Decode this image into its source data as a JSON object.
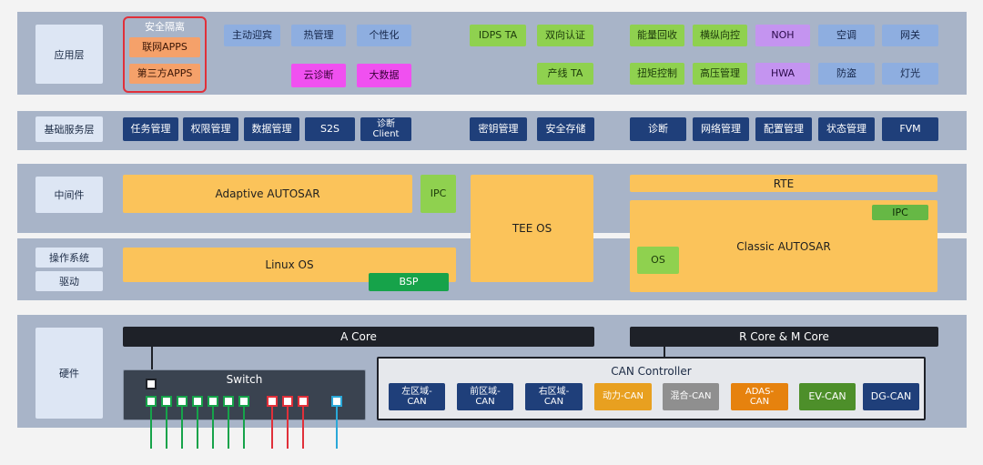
{
  "layers": {
    "app": "应用层",
    "base": "基础服务层",
    "middleware": "中间件",
    "os": "操作系统",
    "driver": "驱动",
    "hardware": "硬件"
  },
  "app_layer": {
    "security_isolation": "安全隔离",
    "connected_apps": "联网APPS",
    "third_party_apps": "第三方APPS",
    "active_welcome": "主动迎宾",
    "thermal_mgmt": "热管理",
    "personalization": "个性化",
    "cloud_diag": "云诊断",
    "big_data": "大数据",
    "idps_ta": "IDPS TA",
    "mutual_auth": "双向认证",
    "production_ta": "产线 TA",
    "energy_recovery": "能量回收",
    "lateral_longitudinal": "横纵向控",
    "noh": "NOH",
    "ac": "空调",
    "gateway": "网关",
    "torque_control": "扭矩控制",
    "hv_mgmt": "高压管理",
    "hwa": "HWA",
    "anti_theft": "防盗",
    "lighting": "灯光"
  },
  "base_layer": {
    "task_mgmt": "任务管理",
    "permission_mgmt": "权限管理",
    "data_mgmt": "数据管理",
    "s2s": "S2S",
    "diag_client": "诊断\nClient",
    "key_mgmt": "密钥管理",
    "secure_storage": "安全存储",
    "diagnostics": "诊断",
    "network_mgmt": "网络管理",
    "config_mgmt": "配置管理",
    "state_mgmt": "状态管理",
    "fvm": "FVM"
  },
  "middleware_layer": {
    "adaptive_autosar": "Adaptive AUTOSAR",
    "ipc_left": "IPC",
    "tee_os": "TEE OS",
    "rte": "RTE",
    "ipc_right": "IPC",
    "classic_autosar": "Classic AUTOSAR",
    "os_small": "OS",
    "linux_os": "Linux OS",
    "bsp": "BSP"
  },
  "hardware_layer": {
    "a_core": "A Core",
    "r_m_core": "R Core & M Core",
    "switch": "Switch",
    "can_controller": "CAN Controller",
    "can_buses": [
      "左区域-\nCAN",
      "前区域-\nCAN",
      "右区域-\nCAN",
      "动力-CAN",
      "混合-CAN",
      "ADAS-\nCAN",
      "EV-CAN",
      "DG-CAN"
    ]
  },
  "colors": {
    "layer_bg": "#a8b4c8",
    "label_bg": "#dde6f4",
    "navy": "#1f3f7a",
    "yellow": "#fbc35a",
    "green": "#8fd14f",
    "magenta": "#f050f0",
    "purple": "#c494f0",
    "salmon": "#f5a16a",
    "red_outline": "#e0303a",
    "port_green": "#16a34a",
    "port_red": "#e0303a",
    "port_blue": "#2aa8d8"
  }
}
